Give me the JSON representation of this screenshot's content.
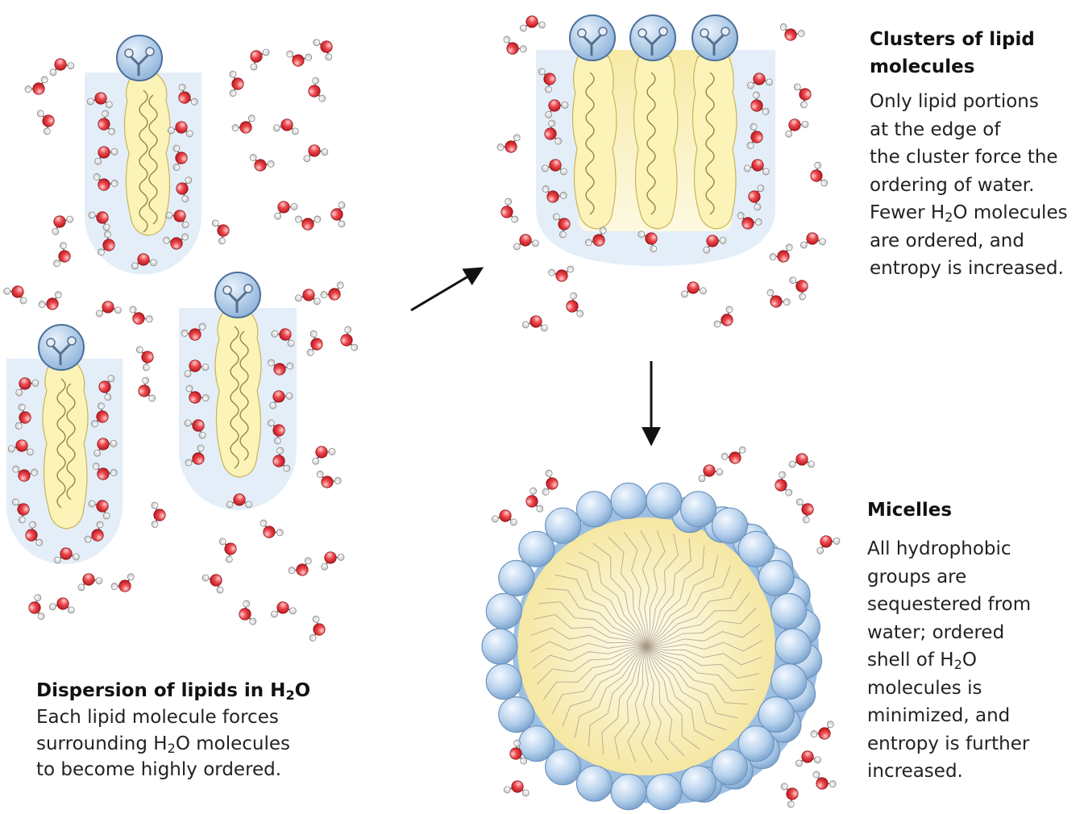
{
  "captions": {
    "cluster": {
      "title_lines": [
        "Clusters of lipid",
        "molecules"
      ],
      "body_lines": [
        {
          "t": "Only lipid portions"
        },
        {
          "t": "at the edge of"
        },
        {
          "t": "the cluster force the"
        },
        {
          "t": "ordering of water."
        },
        {
          "pre": "Fewer H",
          "sub": "2",
          "post": "O molecules"
        },
        {
          "t": "are ordered, and"
        },
        {
          "t": "entropy is increased."
        }
      ]
    },
    "micelle": {
      "title_lines": [
        "Micelles"
      ],
      "body_lines": [
        {
          "t": "All hydrophobic"
        },
        {
          "t": "groups are"
        },
        {
          "t": "sequestered from"
        },
        {
          "t": "water;  ordered"
        },
        {
          "pre": "shell of H",
          "sub": "2",
          "post": "O"
        },
        {
          "t": "molecules is"
        },
        {
          "t": "minimized, and"
        },
        {
          "t": "entropy is further"
        },
        {
          "t": "increased."
        }
      ]
    },
    "dispersion": {
      "title_lines": [
        {
          "pre": "Dispersion of  lipids in H",
          "sub": "2",
          "post": "O"
        }
      ],
      "body_lines": [
        {
          "t": "Each lipid molecule forces"
        },
        {
          "pre": "surrounding H",
          "sub": "2",
          "post": "O molecules"
        },
        {
          "t": " to become highly ordered."
        }
      ]
    }
  },
  "colors": {
    "water_shell": "#e3eef8",
    "lipid_tail": "#fbf3b8",
    "head_group": "#b7d2ec",
    "oxygen": "#e2343b",
    "hydrogen": "#f4f4f4",
    "arrow": "#111111"
  },
  "icons": [
    "water-molecule-icon",
    "lipid-head-group-icon",
    "arrow-icon"
  ]
}
